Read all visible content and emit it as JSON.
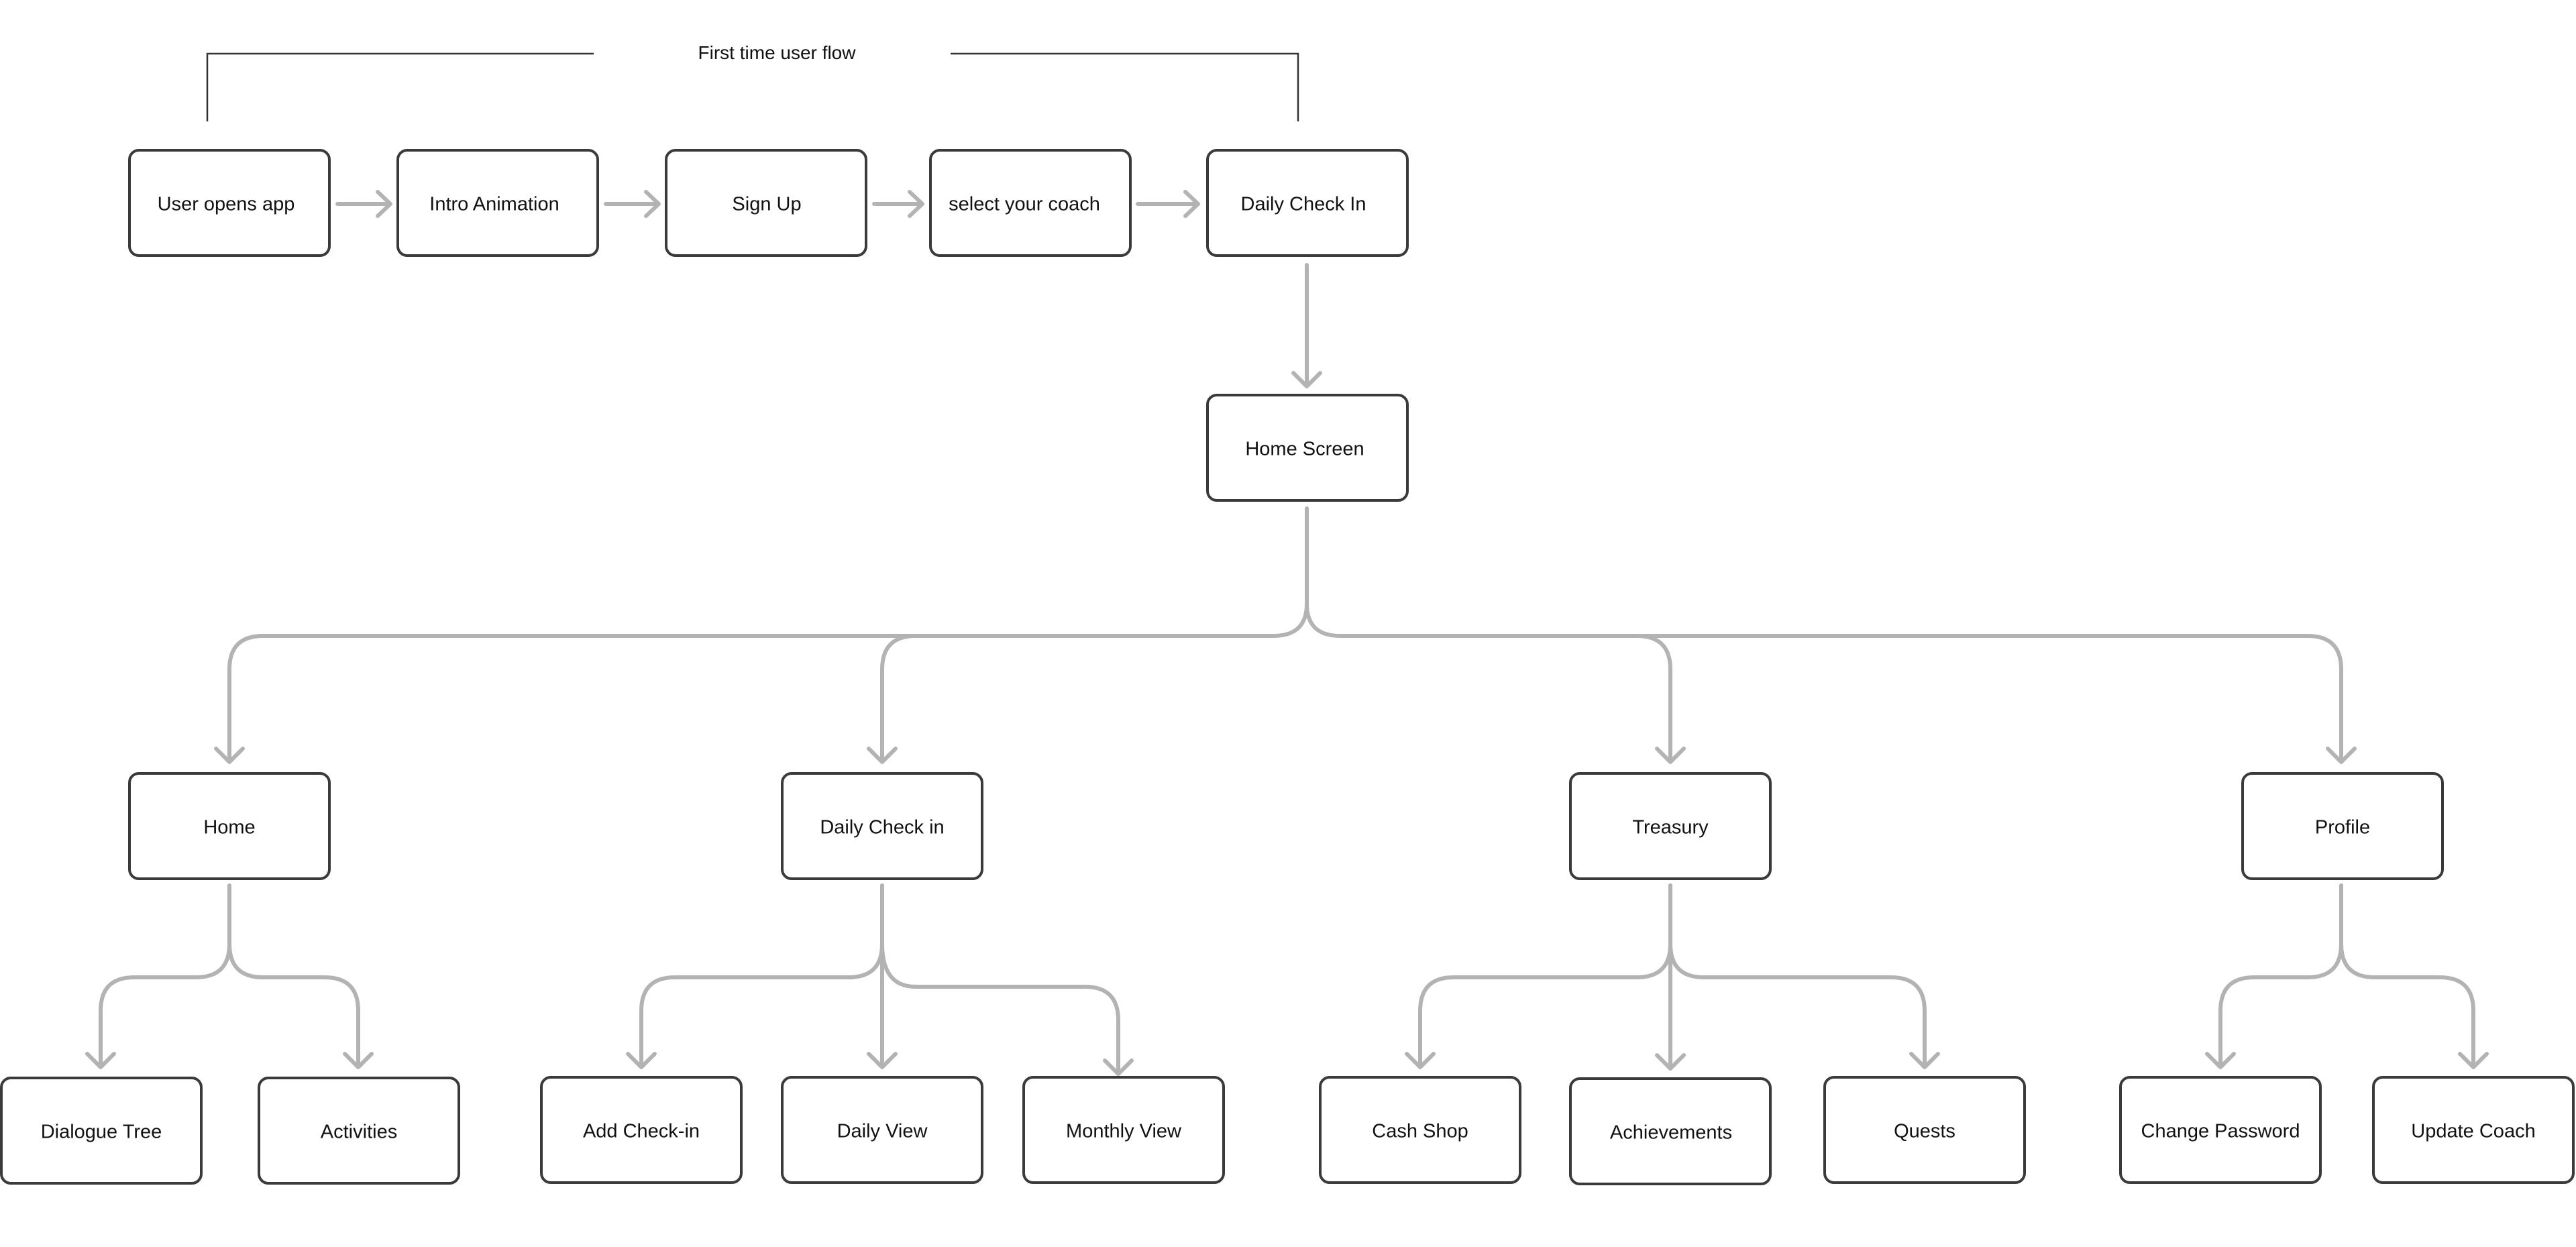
{
  "header": {
    "title": "First time user flow"
  },
  "colors": {
    "node_border": "#3a3a3a",
    "connector": "#b3b3b3",
    "bracket": "#333333",
    "background": "#ffffff"
  },
  "onboarding_flow": [
    "User opens app",
    "Intro Animation",
    "Sign Up",
    "select your coach",
    "Daily Check In"
  ],
  "hub": "Home Screen",
  "sections": [
    {
      "label": "Home",
      "children": [
        "Dialogue Tree",
        "Activities"
      ]
    },
    {
      "label": "Daily Check in",
      "children": [
        "Add Check-in",
        "Daily View",
        "Monthly View"
      ]
    },
    {
      "label": "Treasury",
      "children": [
        "Cash Shop",
        "Achievements",
        "Quests"
      ]
    },
    {
      "label": "Profile",
      "children": [
        "Change Password",
        "Update Coach"
      ]
    }
  ]
}
